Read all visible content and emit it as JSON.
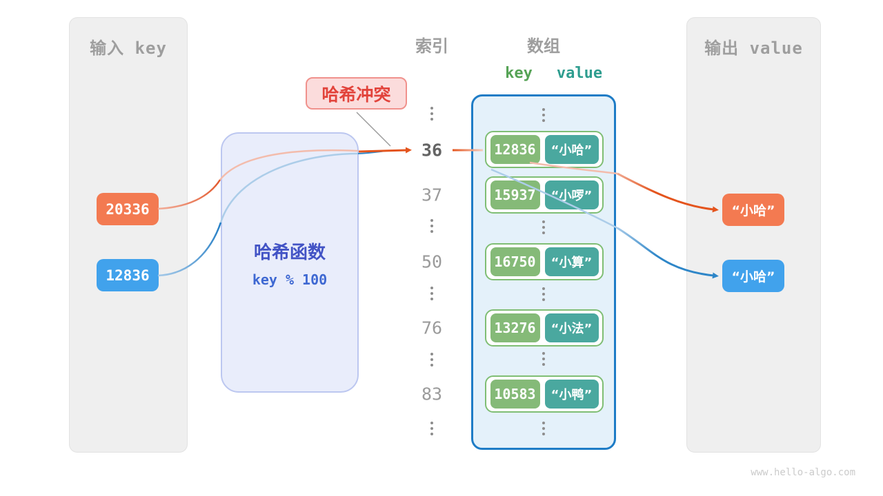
{
  "input_panel": {
    "title": "输入 key",
    "items": [
      {
        "label": "20336",
        "color": "orange"
      },
      {
        "label": "12836",
        "color": "blue"
      }
    ]
  },
  "hash_box": {
    "title": "哈希函数",
    "formula": "key % 100"
  },
  "collision": {
    "label": "哈希冲突"
  },
  "index_column": {
    "title": "索引",
    "cells": [
      {
        "kind": "dots"
      },
      {
        "kind": "num",
        "label": "36",
        "highlight": true
      },
      {
        "kind": "num",
        "label": "37"
      },
      {
        "kind": "dots"
      },
      {
        "kind": "num",
        "label": "50"
      },
      {
        "kind": "dots"
      },
      {
        "kind": "num",
        "label": "76"
      },
      {
        "kind": "dots"
      },
      {
        "kind": "num",
        "label": "83"
      },
      {
        "kind": "dots"
      }
    ]
  },
  "array_panel": {
    "title": "数组",
    "key_header": "key",
    "value_header": "value",
    "rows": [
      {
        "key": "12836",
        "value": "“小哈”"
      },
      {
        "key": "15937",
        "value": "“小啰”"
      },
      {
        "key": "16750",
        "value": "“小算”"
      },
      {
        "key": "13276",
        "value": "“小法”"
      },
      {
        "key": "10583",
        "value": "“小鸭”"
      }
    ]
  },
  "output_panel": {
    "title": "输出 value",
    "items": [
      {
        "label": "“小哈”",
        "color": "orange"
      },
      {
        "label": "“小哈”",
        "color": "blue"
      }
    ]
  },
  "colors": {
    "orange_accent": "#f37a51",
    "blue_accent": "#41a2ec",
    "arrow_orange": "#e4541d",
    "arrow_blue": "#2e86c8",
    "key_green": "#85ba78",
    "value_teal": "#4aa89f",
    "row_border_green": "#7fbe74",
    "array_border_blue": "#1e7cc6",
    "array_fill": "#e4f1fa",
    "hash_fill": "#e9edfb",
    "hash_border": "#bcc7f0",
    "hash_text": "#4253c5",
    "collision_fill": "#fbdcdc",
    "collision_text": "#e2433b",
    "panel_gray": "#efefef",
    "header_gray": "#9e9e9e"
  },
  "watermark": "www.hello-algo.com"
}
